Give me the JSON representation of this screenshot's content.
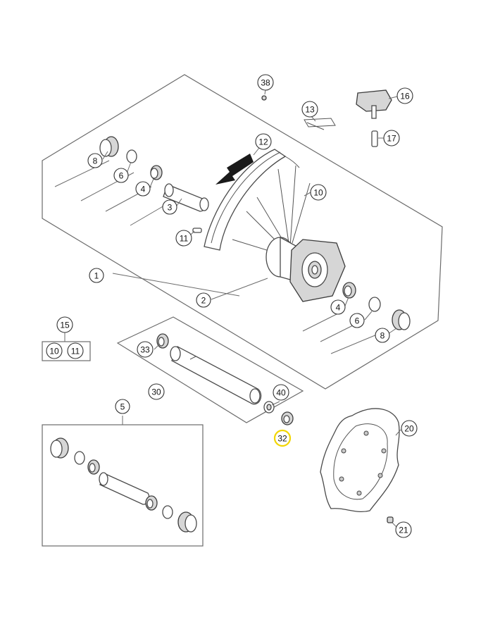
{
  "diagram": {
    "callouts": [
      {
        "id": "c38",
        "label": "38"
      },
      {
        "id": "c16",
        "label": "16"
      },
      {
        "id": "c13",
        "label": "13"
      },
      {
        "id": "c17",
        "label": "17"
      },
      {
        "id": "c12",
        "label": "12"
      },
      {
        "id": "c8a",
        "label": "8"
      },
      {
        "id": "c6a",
        "label": "6"
      },
      {
        "id": "c4a",
        "label": "4"
      },
      {
        "id": "c3",
        "label": "3"
      },
      {
        "id": "c11a",
        "label": "11"
      },
      {
        "id": "c10a",
        "label": "10"
      },
      {
        "id": "c1",
        "label": "1"
      },
      {
        "id": "c2",
        "label": "2"
      },
      {
        "id": "c4b",
        "label": "4"
      },
      {
        "id": "c6b",
        "label": "6"
      },
      {
        "id": "c8b",
        "label": "8"
      },
      {
        "id": "c15",
        "label": "15"
      },
      {
        "id": "c10b",
        "label": "10"
      },
      {
        "id": "c11b",
        "label": "11"
      },
      {
        "id": "c33",
        "label": "33"
      },
      {
        "id": "c30",
        "label": "30"
      },
      {
        "id": "c40",
        "label": "40"
      },
      {
        "id": "c32",
        "label": "32",
        "highlighted": true
      },
      {
        "id": "c5",
        "label": "5"
      },
      {
        "id": "c20",
        "label": "20"
      },
      {
        "id": "c21",
        "label": "21"
      }
    ],
    "highlight_color": "#f2d600"
  }
}
